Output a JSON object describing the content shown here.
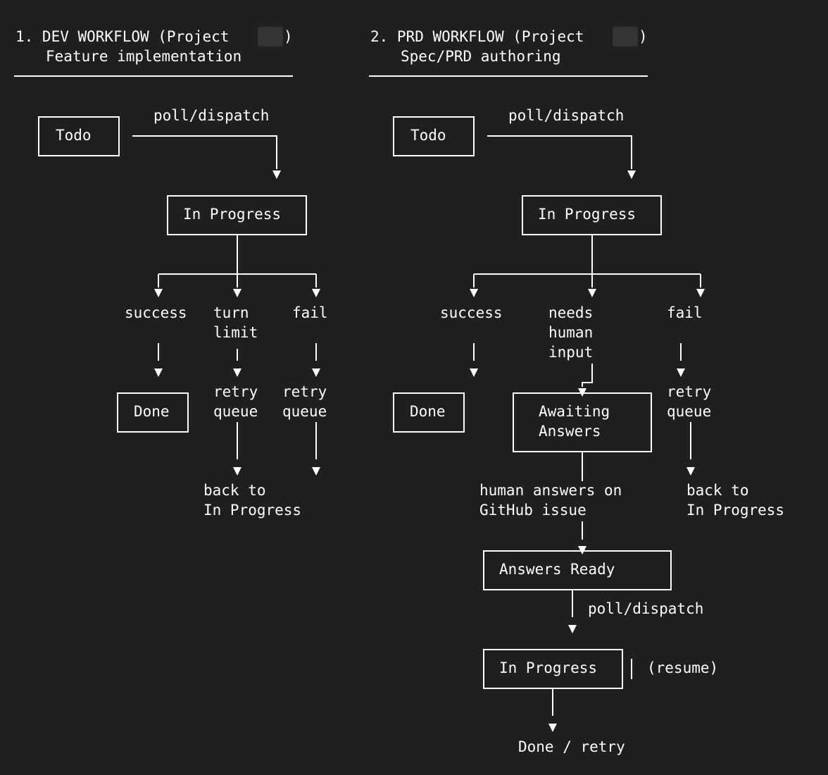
{
  "colors": {
    "background": "#1f1f1f",
    "foreground": "#ffffff",
    "redaction": "#333333"
  },
  "dev": {
    "title_prefix": "1. DEV WORKFLOW (Project ",
    "title_suffix": ")",
    "subtitle": "Feature implementation",
    "todo": "Todo",
    "poll": "poll/dispatch",
    "in_progress": "In Progress",
    "success": "success",
    "turn_limit": [
      "turn",
      "limit"
    ],
    "fail": "fail",
    "done": "Done",
    "retry_queue_1": [
      "retry",
      "queue"
    ],
    "retry_queue_2": [
      "retry",
      "queue"
    ],
    "back_to": [
      "back to",
      "In Progress"
    ]
  },
  "prd": {
    "title_prefix": "2. PRD WORKFLOW (Project ",
    "title_suffix": ")",
    "subtitle": "Spec/PRD authoring",
    "todo": "Todo",
    "poll": "poll/dispatch",
    "in_progress": "In Progress",
    "success": "success",
    "needs": [
      "needs",
      "human",
      "input"
    ],
    "fail": "fail",
    "done": "Done",
    "awaiting": [
      "Awaiting",
      "Answers"
    ],
    "retry_queue": [
      "retry",
      "queue"
    ],
    "back_to": [
      "back to",
      "In Progress"
    ],
    "human_answers": [
      "human answers on",
      "GitHub issue"
    ],
    "answers_ready": "Answers Ready",
    "poll2": "poll/dispatch",
    "in_progress2": "In Progress",
    "resume": "(resume)",
    "done_retry": "Done / retry"
  }
}
